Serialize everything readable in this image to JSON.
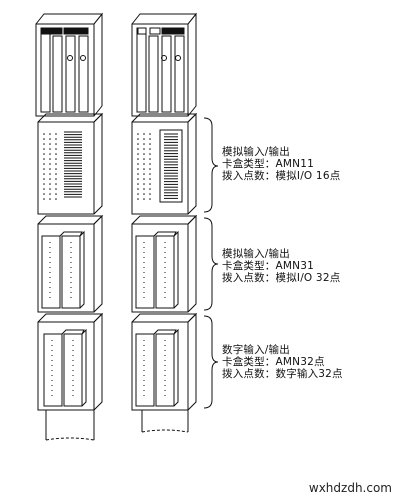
{
  "annotations": [
    {
      "title": "模拟输入/输出",
      "card_type": "卡盒类型：AMN11",
      "points": "拨入点数：模拟I/O 16点"
    },
    {
      "title": "模拟输入/输出",
      "card_type": "卡盒类型：AMN31",
      "points": "拨入点数：模拟I/O   32点"
    },
    {
      "title": "数字输入/输出",
      "card_type": "卡盒类型：AMN32点",
      "points": "拨入点数：数字输入32点"
    }
  ],
  "watermark": "wxhdzdh.com"
}
